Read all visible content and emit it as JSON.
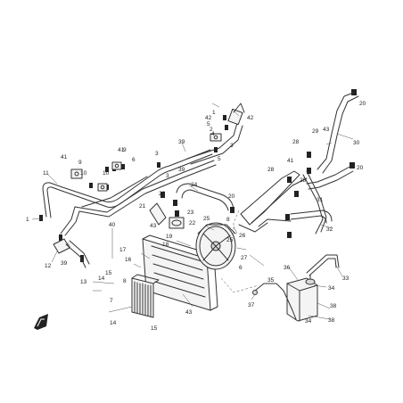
{
  "callouts": [
    {
      "id": "c1a",
      "text": "1"
    },
    {
      "id": "c1b",
      "text": "1"
    },
    {
      "id": "c2a",
      "text": "2"
    },
    {
      "id": "c3a",
      "text": "3"
    },
    {
      "id": "c3b",
      "text": "3"
    },
    {
      "id": "c3c",
      "text": "3"
    },
    {
      "id": "c4a",
      "text": "4"
    },
    {
      "id": "c5a",
      "text": "5"
    },
    {
      "id": "c5b",
      "text": "5"
    },
    {
      "id": "c6a",
      "text": "6"
    },
    {
      "id": "c6b",
      "text": "6"
    },
    {
      "id": "c7a",
      "text": "7"
    },
    {
      "id": "c8a",
      "text": "8"
    },
    {
      "id": "c8b",
      "text": "8"
    },
    {
      "id": "c9a",
      "text": "9"
    },
    {
      "id": "c9b",
      "text": "9"
    },
    {
      "id": "c10a",
      "text": "10"
    },
    {
      "id": "c10b",
      "text": "10"
    },
    {
      "id": "c11",
      "text": "11"
    },
    {
      "id": "c12",
      "text": "12"
    },
    {
      "id": "c13",
      "text": "13"
    },
    {
      "id": "c14a",
      "text": "14"
    },
    {
      "id": "c14b",
      "text": "14"
    },
    {
      "id": "c15a",
      "text": "15"
    },
    {
      "id": "c15b",
      "text": "15"
    },
    {
      "id": "c16",
      "text": "16"
    },
    {
      "id": "c17",
      "text": "17"
    },
    {
      "id": "c18",
      "text": "18"
    },
    {
      "id": "c19",
      "text": "19"
    },
    {
      "id": "c20a",
      "text": "20"
    },
    {
      "id": "c20b",
      "text": "20"
    },
    {
      "id": "c20c",
      "text": "20"
    },
    {
      "id": "c20d",
      "text": "20"
    },
    {
      "id": "c21",
      "text": "21"
    },
    {
      "id": "c22",
      "text": "22"
    },
    {
      "id": "c23",
      "text": "23"
    },
    {
      "id": "c24",
      "text": "24"
    },
    {
      "id": "c25a",
      "text": "25"
    },
    {
      "id": "c25b",
      "text": "25"
    },
    {
      "id": "c26",
      "text": "26"
    },
    {
      "id": "c27",
      "text": "27"
    },
    {
      "id": "c28a",
      "text": "28"
    },
    {
      "id": "c28b",
      "text": "28"
    },
    {
      "id": "c28c",
      "text": "28"
    },
    {
      "id": "c29",
      "text": "29"
    },
    {
      "id": "c30",
      "text": "30"
    },
    {
      "id": "c31",
      "text": "31"
    },
    {
      "id": "c32",
      "text": "32"
    },
    {
      "id": "c33",
      "text": "33"
    },
    {
      "id": "c34a",
      "text": "34"
    },
    {
      "id": "c34b",
      "text": "34"
    },
    {
      "id": "c35",
      "text": "35"
    },
    {
      "id": "c36",
      "text": "36"
    },
    {
      "id": "c37",
      "text": "37"
    },
    {
      "id": "c38a",
      "text": "38"
    },
    {
      "id": "c38b",
      "text": "38"
    },
    {
      "id": "c39a",
      "text": "39"
    },
    {
      "id": "c39b",
      "text": "39"
    },
    {
      "id": "c39c",
      "text": "39"
    },
    {
      "id": "c40",
      "text": "40"
    },
    {
      "id": "c41a",
      "text": "41"
    },
    {
      "id": "c41b",
      "text": "41"
    },
    {
      "id": "c41c",
      "text": "41"
    },
    {
      "id": "c42a",
      "text": "42"
    },
    {
      "id": "c42b",
      "text": "42"
    },
    {
      "id": "c43a",
      "text": "43"
    },
    {
      "id": "c43b",
      "text": "43"
    },
    {
      "id": "c43c",
      "text": "43"
    }
  ],
  "colors": {
    "line": "#333333",
    "background": "#ffffff"
  },
  "icons": {
    "orientation_badge": "front-direction-arrow-icon"
  }
}
